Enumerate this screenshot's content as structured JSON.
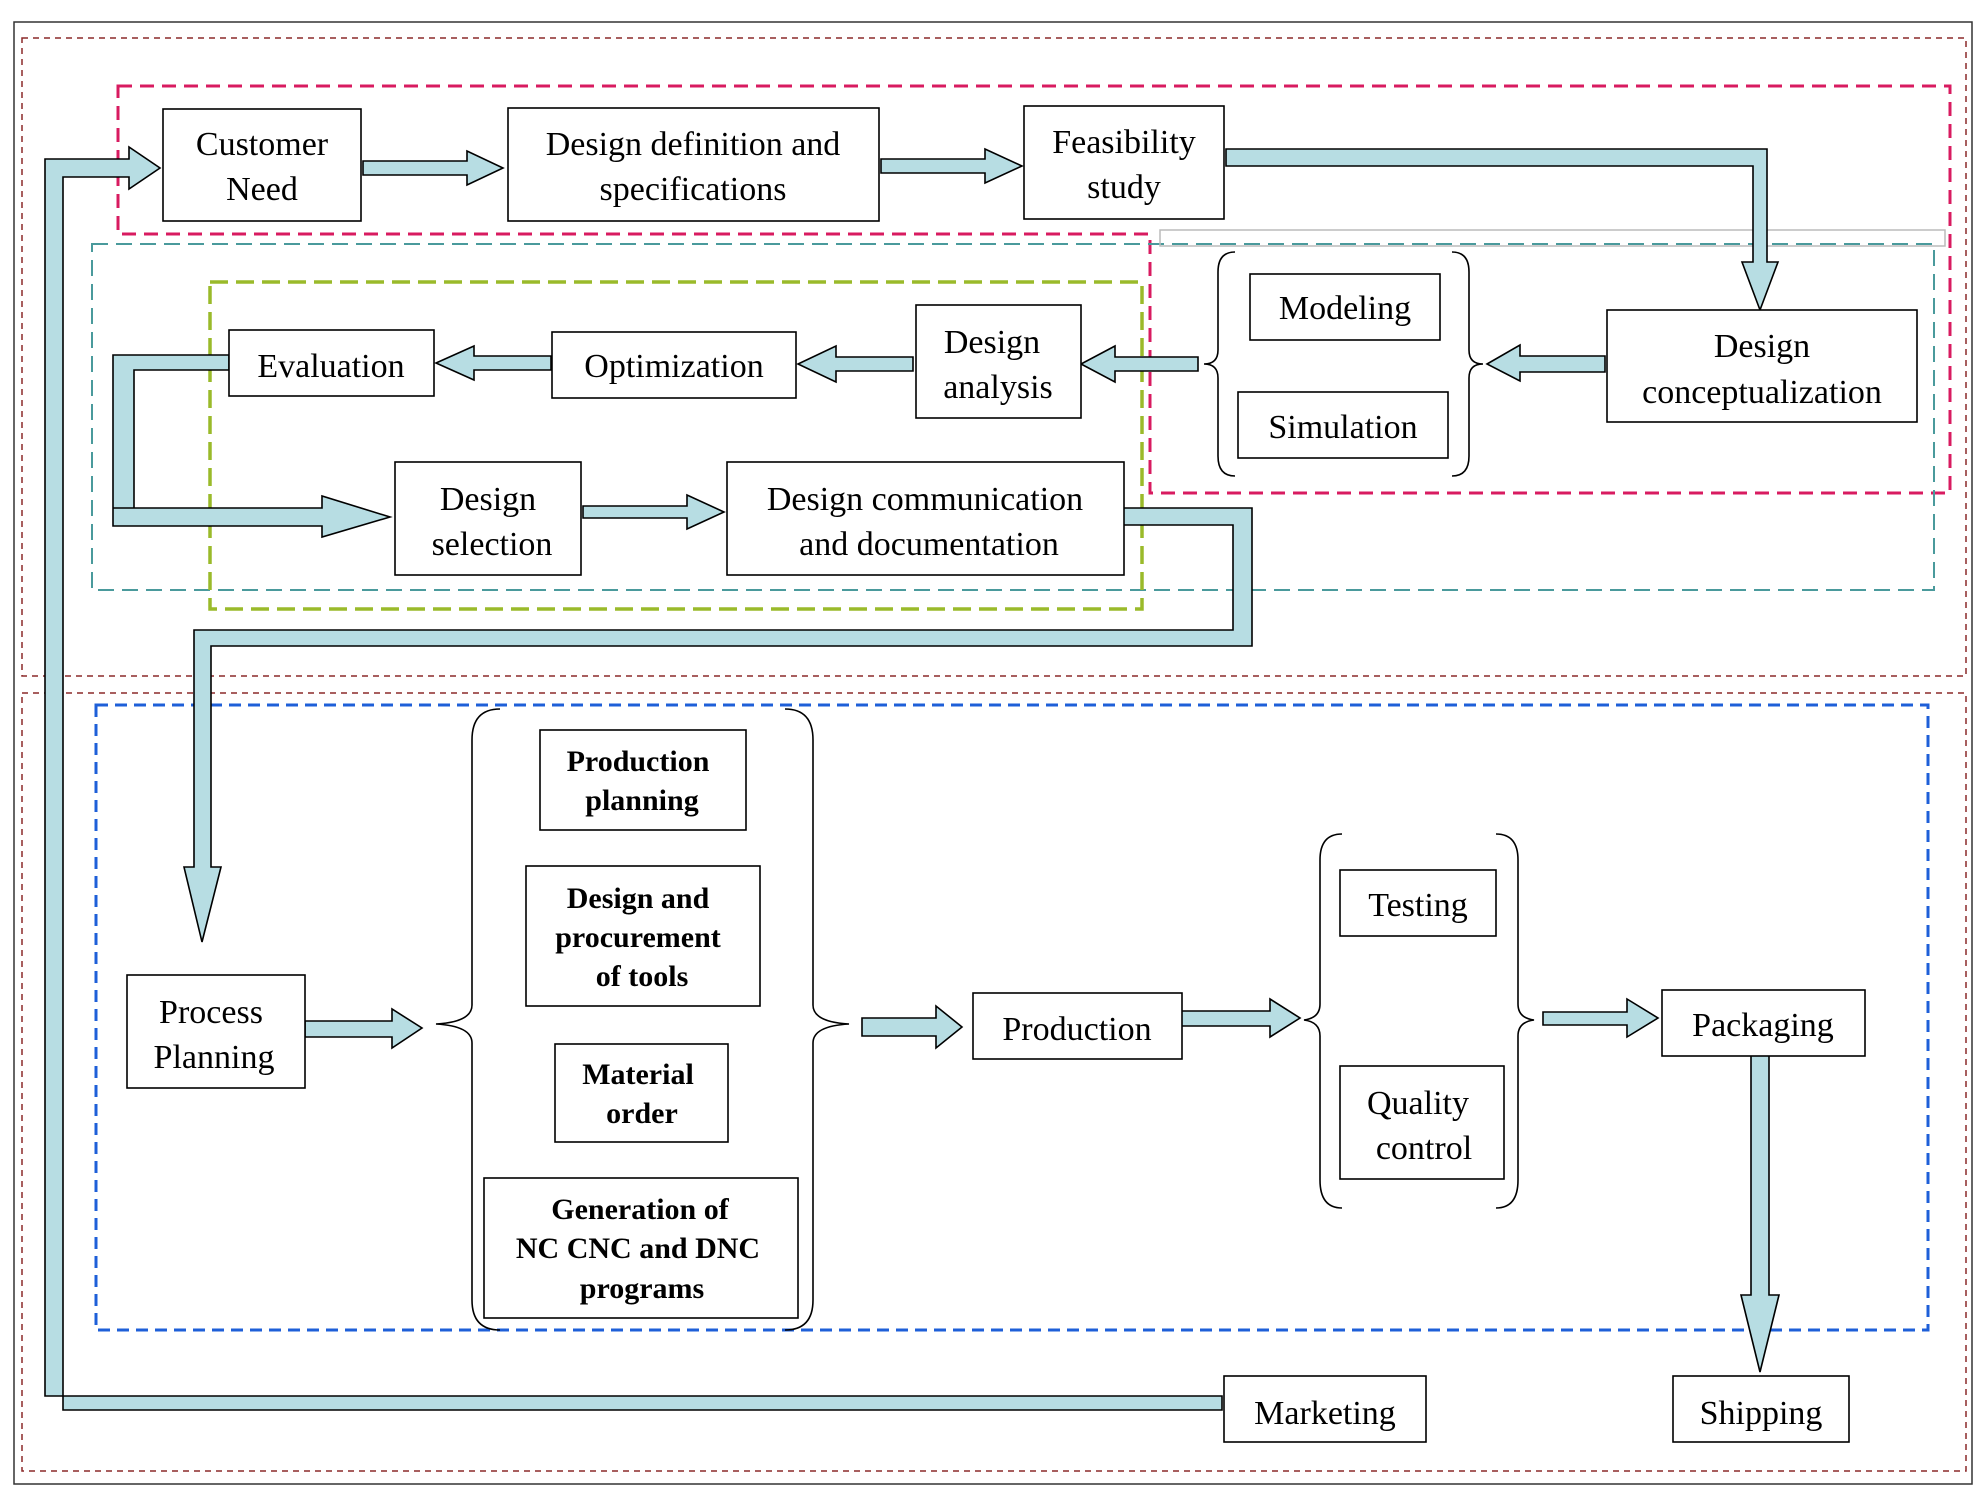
{
  "design_stage": {
    "customer_need": [
      "Customer",
      "Need"
    ],
    "design_definition": [
      "Design definition and",
      "specifications"
    ],
    "feasibility_study": [
      "Feasibility",
      "study"
    ],
    "design_conceptualization": [
      "Design",
      "conceptualization"
    ],
    "modeling": "Modeling",
    "simulation": "Simulation",
    "design_analysis": [
      "Design",
      "analysis"
    ],
    "optimization": "Optimization",
    "evaluation": "Evaluation",
    "design_selection": [
      "Design",
      "selection"
    ],
    "design_communication": [
      "Design communication",
      "and documentation"
    ]
  },
  "manufacturing_stage": {
    "process_planning": [
      "Process",
      "Planning"
    ],
    "production_planning": [
      "Production",
      "planning"
    ],
    "tools": [
      "Design and",
      "procurement",
      "of tools"
    ],
    "material_order": [
      "Material",
      "order"
    ],
    "nc_programs": [
      "Generation of",
      "NC CNC and DNC",
      "programs"
    ],
    "production": "Production",
    "testing": "Testing",
    "quality_control": [
      "Quality",
      "control"
    ],
    "packaging": "Packaging",
    "shipping": "Shipping",
    "marketing": "Marketing"
  },
  "colors": {
    "arrow_fill": "#b7dde3",
    "design_group": "#d81b60",
    "analysis_group": "#4a9a9c",
    "synthesis_group": "#9aba2a",
    "manufacturing_group": "#1e5fd8",
    "outer_frame": "#8b2a2a"
  }
}
